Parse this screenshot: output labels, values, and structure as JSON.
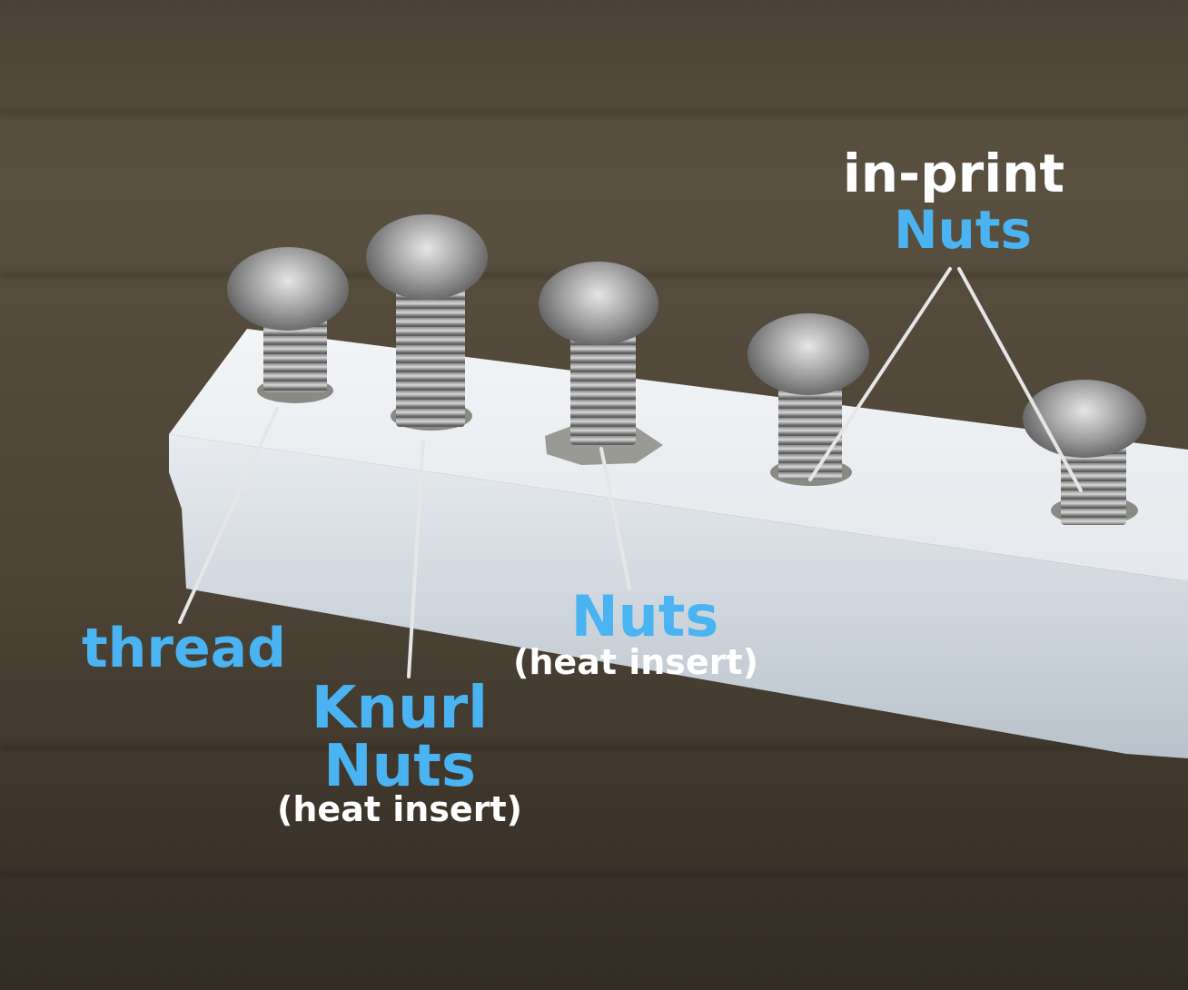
{
  "image": {
    "description": "Photo of a white 3D-printed bar with five pan-head machine screws, annotated with fastening methods",
    "colors": {
      "label_blue": "#4ab4f3",
      "label_white": "#ffffff",
      "background_wood": "#4c4336",
      "printed_part": "#e9edf2"
    }
  },
  "labels": {
    "thread": "thread",
    "knurl_line1": "Knurl",
    "knurl_line2": "Nuts",
    "knurl_sub": "(heat insert)",
    "nuts_main": "Nuts",
    "nuts_sub": "(heat insert)",
    "inprint_line1": "in-print",
    "inprint_line2": "Nuts"
  }
}
